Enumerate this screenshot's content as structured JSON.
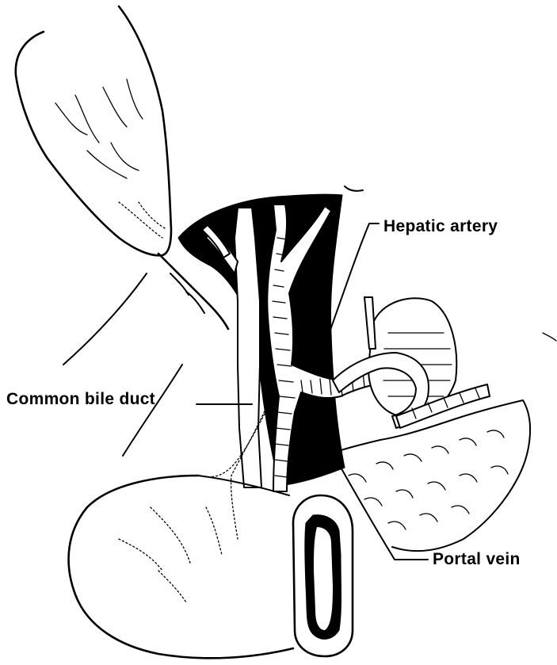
{
  "labels": {
    "hepatic_artery": "Hepatic artery",
    "common_bile_duct": "Common bile duct",
    "portal_vein": "Portal vein"
  },
  "colors": {
    "ink": "#000000",
    "paper": "#ffffff"
  }
}
